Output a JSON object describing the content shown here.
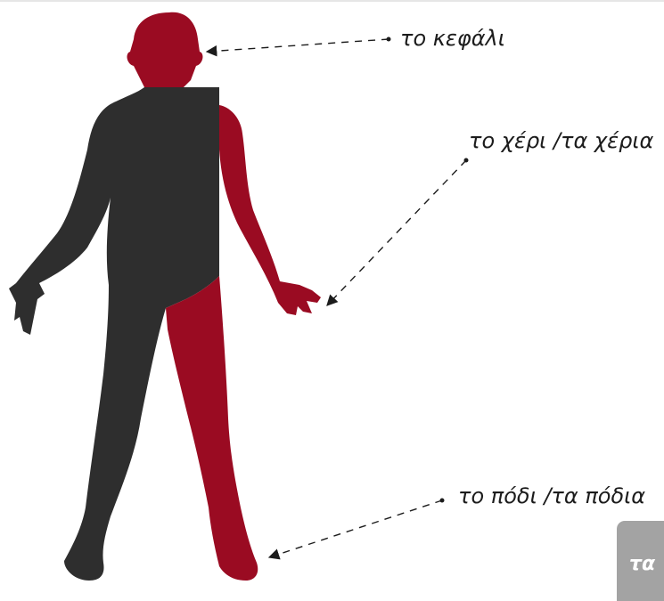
{
  "labels": {
    "head": "το κεφάλι",
    "hand": "το χέρι /τα χέρια",
    "foot": "το πόδι /τα πόδια"
  },
  "corner_tab": {
    "text": "τα"
  },
  "colors": {
    "body": "#2e2e2e",
    "highlight": "#9a0b22",
    "arrow": "#1c1c1c",
    "tab": "#a3a3a3"
  }
}
